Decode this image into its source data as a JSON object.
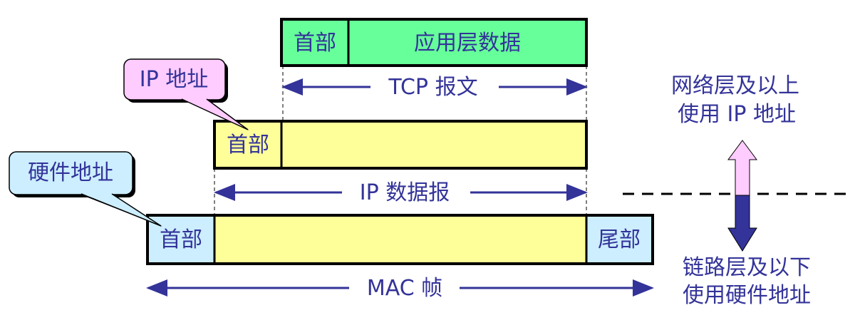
{
  "tcp": {
    "header": "首部",
    "data": "应用层数据",
    "label": "TCP 报文"
  },
  "ip": {
    "header": "首部",
    "label": "IP 数据报"
  },
  "mac": {
    "header": "首部",
    "trailer": "尾部",
    "label": "MAC 帧"
  },
  "callouts": {
    "ip_address": "IP 地址",
    "hardware_address": "硬件地址"
  },
  "right": {
    "upper_line1": "网络层及以上",
    "upper_line2": "使用 IP 地址",
    "lower_line1": "链路层及以下",
    "lower_line2": "使用硬件地址"
  },
  "colors": {
    "text": "#333399",
    "green": "#66ff99",
    "yellow": "#ffff99",
    "blue": "#cceeff",
    "pink": "#ffccff",
    "navy": "#333399"
  }
}
